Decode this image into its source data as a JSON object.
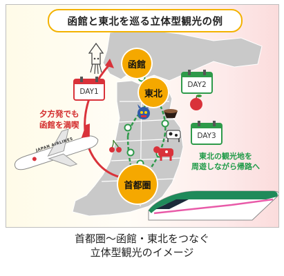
{
  "title": "函館と東北を巡る立体型観光の例",
  "nodes": {
    "hakodate": "函館",
    "tohoku": "東北",
    "shutoken": "首都圏"
  },
  "days": {
    "day1": "DAY1",
    "day2": "DAY2",
    "day3": "DAY3"
  },
  "annotations": {
    "red_line1": "夕方発でも",
    "red_line2": "函館を満喫",
    "green_line1": "東北の観光地を",
    "green_line2": "周遊しながら帰路へ"
  },
  "aircraft_text": "JAPAN AIRLINES",
  "caption": {
    "line1": "首都圏～函館・東北をつなぐ",
    "line2": "立体型観光のイメージ"
  },
  "colors": {
    "title_border": "#f3b200",
    "node": "#f5a800",
    "flight_arrow": "#d9323a",
    "rail_arrow": "#2e9a4a",
    "map": "#c9c9c9"
  }
}
